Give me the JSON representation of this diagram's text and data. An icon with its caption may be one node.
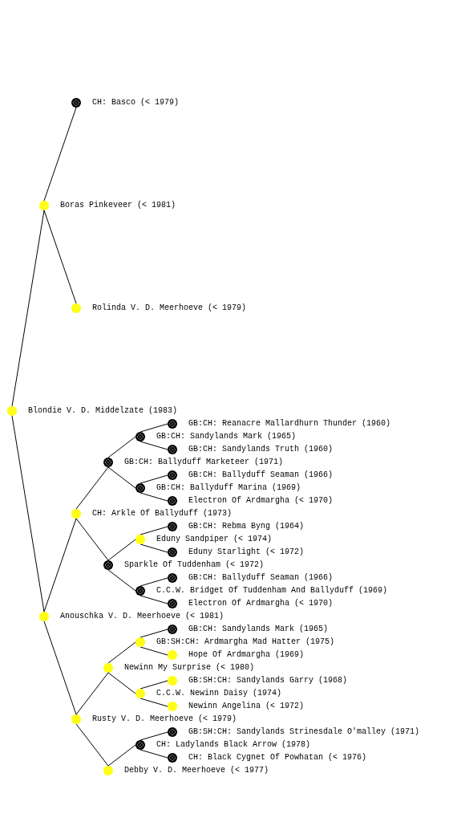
{
  "diagram": {
    "nodes": [
      {
        "text": [
          "CH: Basco (< 1979)"
        ]
      },
      {
        "text": [
          "Boras Pinkeveer (< 1981)"
        ]
      },
      {
        "text": [
          "Rolinda V. D. Meerhoeve (< 1979)"
        ]
      },
      {
        "text": [
          "Blondie V. D. Middelzate (1983)"
        ]
      },
      {
        "text": [
          "GB:CH: Reanacre Mallardhurn Thunder (1960)"
        ]
      },
      {
        "text": [
          "GB:CH: Sandylands Mark (1965)"
        ]
      },
      {
        "text": [
          "GB:CH: Sandylands Truth (1960)"
        ]
      },
      {
        "text": [
          "GB:CH: Ballyduff Marketeer (1971)"
        ]
      },
      {
        "text": [
          "GB:CH: Ballyduff Seaman (1966)"
        ]
      },
      {
        "text": [
          "GB:CH: Ballyduff Marina (1969)"
        ]
      },
      {
        "text": [
          "Electron Of Ardmargha (< 1970)"
        ]
      },
      {
        "text": [
          "CH: Arkle Of Ballyduff (1973)"
        ]
      },
      {
        "text": [
          "GB:CH: Rebma Byng (1964)"
        ]
      },
      {
        "text": [
          "Eduny Sandpiper (< 1974)"
        ]
      },
      {
        "text": [
          "Eduny Starlight (< 1972)"
        ]
      },
      {
        "text": [
          "Sparkle Of Tuddenham (< 1972)"
        ]
      },
      {
        "text": [
          "GB:CH: Ballyduff Seaman (1966)"
        ]
      },
      {
        "text": [
          "C.C.W. Bridget Of Tuddenham And Ballyduff (1969)"
        ]
      },
      {
        "text": [
          "Electron Of Ardmargha (< 1970)"
        ]
      },
      {
        "text": [
          "Anouschka V. D. Meerhoeve (< 1981)"
        ]
      },
      {
        "text": [
          "GB:CH: Sandylands Mark (1965)"
        ]
      },
      {
        "text": [
          "GB:SH:CH: Ardmargha Mad Hatter (1975)"
        ]
      },
      {
        "text": [
          "Hope Of Ardmargha (1969)"
        ]
      },
      {
        "text": [
          "Newinn My Surprise (< 1980)"
        ]
      },
      {
        "text": [
          "GB:SH:CH: Sandylands Garry (1968)"
        ]
      },
      {
        "text": [
          "C.C.W. Newinn Daisy (1974)"
        ]
      },
      {
        "text": [
          "Newinn Angelina (< 1972)"
        ]
      },
      {
        "text": [
          "Rusty V. D. Meerhoeve (< 1979)"
        ]
      },
      {
        "text": [
          "GB:SH:CH: Sandylands Strinesdale O'malley (1971)"
        ]
      },
      {
        "text": [
          "CH: Ladylands Black Arrow (1978)"
        ]
      },
      {
        "text": [
          "CH: Black Cygnet Of Powhatan (< 1976)"
        ]
      },
      {
        "text": [
          "Debby V. D. Meerhoeve (< 1977)"
        ]
      }
    ],
    "edges": [
      {
        "from": 3,
        "to": 1,
        "arrow": "none"
      },
      {
        "from": 3,
        "to": 19,
        "arrow": "none"
      },
      {
        "from": 1,
        "to": 0,
        "arrow": "none"
      },
      {
        "from": 1,
        "to": 2,
        "arrow": "none"
      },
      {
        "from": 19,
        "to": 11,
        "arrow": "none"
      },
      {
        "from": 19,
        "to": 27,
        "arrow": "none"
      },
      {
        "from": 11,
        "to": 7,
        "arrow": "none"
      },
      {
        "from": 11,
        "to": 15,
        "arrow": "none"
      },
      {
        "from": 7,
        "to": 5,
        "arrow": "none"
      },
      {
        "from": 7,
        "to": 9,
        "arrow": "none"
      },
      {
        "from": 5,
        "to": 4,
        "arrow": "none"
      },
      {
        "from": 5,
        "to": 6,
        "arrow": "none"
      },
      {
        "from": 9,
        "to": 8,
        "arrow": "none"
      },
      {
        "from": 9,
        "to": 10,
        "arrow": "none"
      },
      {
        "from": 15,
        "to": 13,
        "arrow": "none"
      },
      {
        "from": 15,
        "to": 17,
        "arrow": "none"
      },
      {
        "from": 13,
        "to": 12,
        "arrow": "none"
      },
      {
        "from": 13,
        "to": 14,
        "arrow": "none"
      },
      {
        "from": 17,
        "to": 16,
        "arrow": "none"
      },
      {
        "from": 17,
        "to": 18,
        "arrow": "none"
      },
      {
        "from": 27,
        "to": 23,
        "arrow": "none"
      },
      {
        "from": 27,
        "to": 31,
        "arrow": "none"
      },
      {
        "from": 23,
        "to": 21,
        "arrow": "none"
      },
      {
        "from": 23,
        "to": 25,
        "arrow": "none"
      },
      {
        "from": 21,
        "to": 20,
        "arrow": "none"
      },
      {
        "from": 21,
        "to": 22,
        "arrow": "none"
      },
      {
        "from": 25,
        "to": 24,
        "arrow": "none"
      },
      {
        "from": 25,
        "to": 26,
        "arrow": "none"
      },
      {
        "from": 31,
        "to": 29,
        "arrow": "none"
      },
      {
        "from": 29,
        "to": 28,
        "arrow": "none"
      },
      {
        "from": 29,
        "to": 30,
        "arrow": "none"
      }
    ]
  }
}
